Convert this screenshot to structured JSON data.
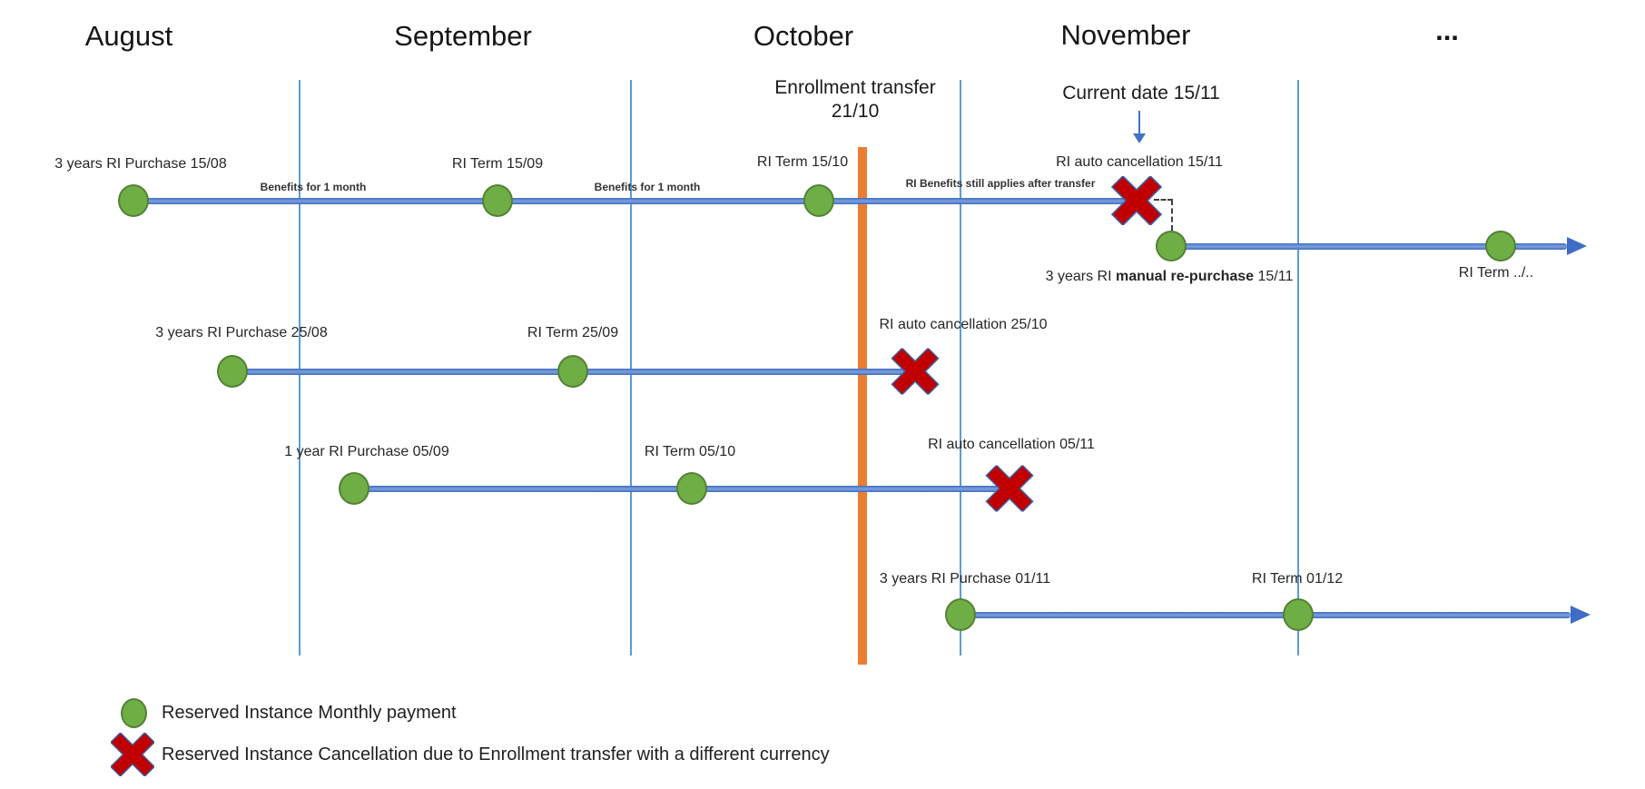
{
  "colors": {
    "timeline_blue": "#4472C4",
    "grid_blue": "#5B9BD5",
    "transfer_orange": "#ED7D31",
    "payment_green": "#70AD47",
    "payment_green_border": "#538135",
    "cancel_red": "#C00000",
    "text_dark": "#1f1f1f"
  },
  "header": {
    "months": {
      "august": "August",
      "september": "September",
      "october": "October",
      "november": "November",
      "ellipsis": "..."
    }
  },
  "annotations": {
    "enrollment_transfer": "Enrollment transfer",
    "enrollment_date": "21/10",
    "current_date": "Current date 15/11"
  },
  "timelines": {
    "row1": {
      "purchase": "3 years RI Purchase 15/08",
      "benefits1": "Benefits for 1 month",
      "term1": "RI Term 15/09",
      "benefits2": "Benefits for 1 month",
      "term2": "RI Term 15/10",
      "benefits_after": "RI Benefits still applies after transfer",
      "cancellation": "RI auto cancellation 15/11",
      "repurchase_prefix": "3 years RI ",
      "repurchase_bold": "manual re-purchase",
      "repurchase_suffix": " 15/11",
      "term3": "RI Term ../.."
    },
    "row2": {
      "purchase": "3 years RI Purchase 25/08",
      "term": "RI Term 25/09",
      "cancellation": "RI auto cancellation 25/10"
    },
    "row3": {
      "purchase": "1 year RI Purchase 05/09",
      "term": "RI Term 05/10",
      "cancellation": "RI auto cancellation 05/11"
    },
    "row4": {
      "purchase": "3 years RI Purchase 01/11",
      "term": "RI Term 01/12"
    }
  },
  "legend": {
    "monthly_payment": "Reserved Instance Monthly payment",
    "cancellation": "Reserved Instance Cancellation due to Enrollment transfer with a different currency"
  }
}
